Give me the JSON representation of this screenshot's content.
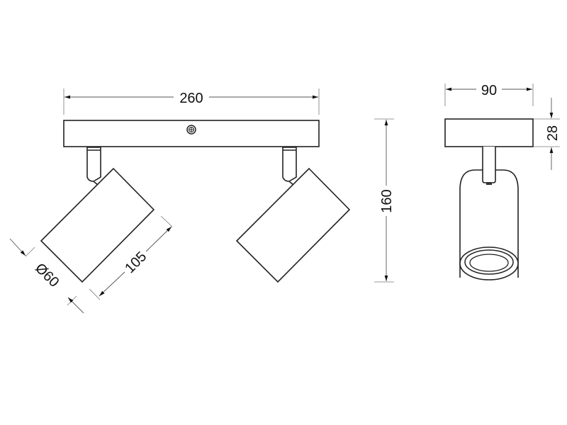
{
  "drawing": {
    "front_view": {
      "width_label": "260",
      "height_label": "160",
      "length_label": "105",
      "diameter_label": "Ø60"
    },
    "side_view": {
      "width_label": "90",
      "plate_height_label": "28"
    },
    "line_color": "#222222"
  }
}
